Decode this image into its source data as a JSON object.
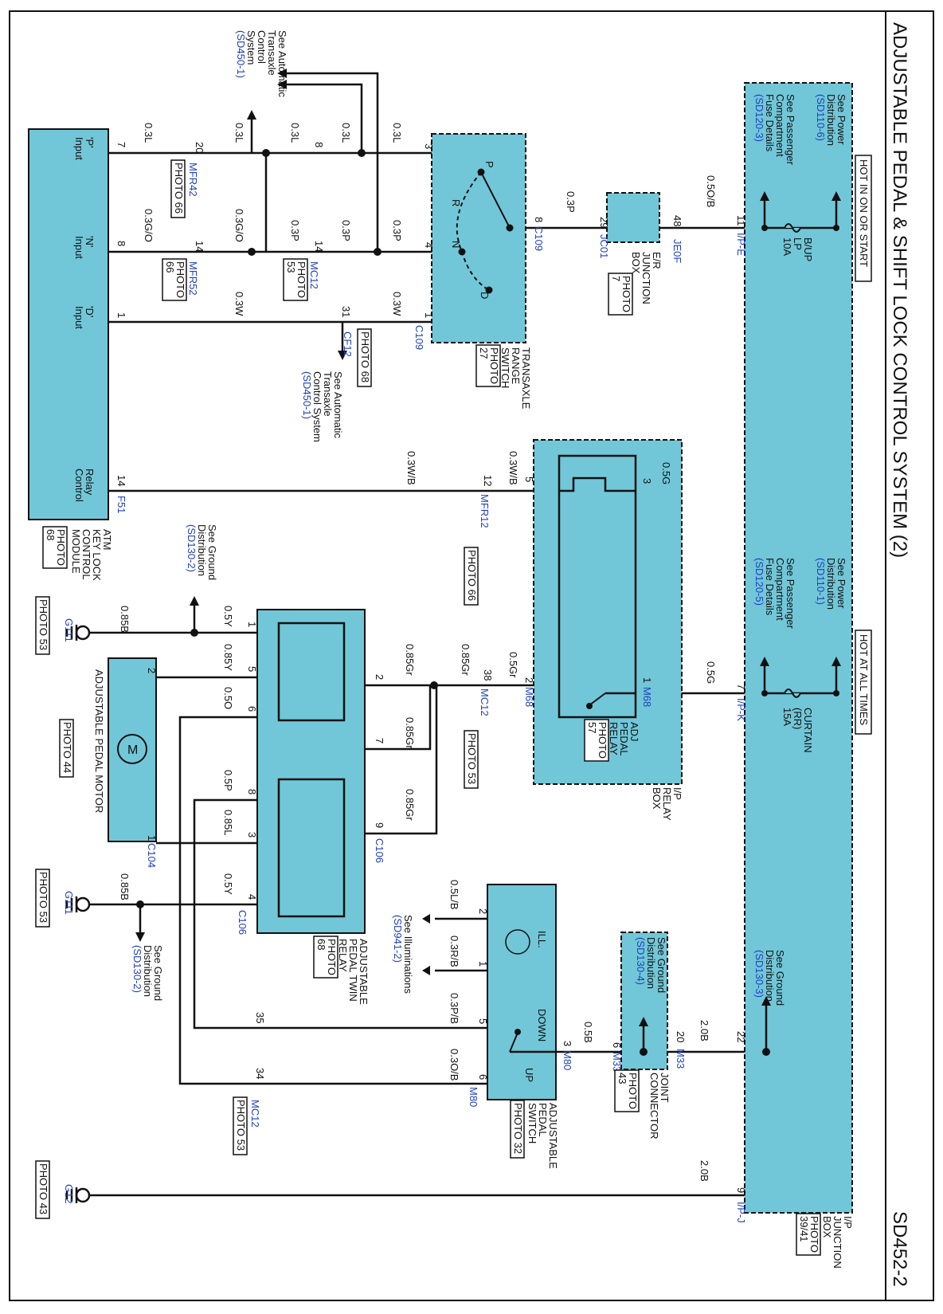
{
  "header": {
    "title": "ADJUSTABLE PEDAL & SHIFT LOCK CONTROL SYSTEM (2)",
    "code": "SD452-2"
  },
  "colors": {
    "component_fill": "#71c7d8",
    "wire": "#111111",
    "connector_label": "#1f3fbf",
    "ref_label": "#1f3fbf"
  },
  "ip_junction_box": {
    "name": [
      "I/P",
      "JUNCTION",
      "BOX"
    ],
    "photo": [
      "PHOTO",
      "39/41"
    ],
    "hot_on_label": "HOT IN ON OR START",
    "hot_all_label": "HOT AT ALL TIMES",
    "power_ref_1": [
      "See Power",
      "Distribution"
    ],
    "power_ref_1_code": "(SD110-6)",
    "fuse_ref_1": [
      "See Passenger",
      "Compartment",
      "Fuse Details"
    ],
    "fuse_ref_1_code": "(SD120-3)",
    "fuse_1": [
      "B/UP",
      "LP",
      "10A"
    ],
    "power_ref_2": [
      "See Power",
      "Distribution"
    ],
    "power_ref_2_code": "(SD110-1)",
    "fuse_ref_2": [
      "See Passenger",
      "Compartment",
      "Fuse Details"
    ],
    "fuse_ref_2_code": "(SD120-5)",
    "fuse_2": [
      "CURTAIN",
      "(RR)",
      "15A"
    ],
    "ground_ref": [
      "See Ground",
      "Distribution"
    ],
    "ground_ref_code": "(SD130-3)",
    "pin_11": "11",
    "conn_ipe": "I/P-E",
    "pin_7": "7",
    "conn_ipk": "I/P-K",
    "pin_22": "22",
    "pin_9": "9",
    "conn_ipj": "I/P-J"
  },
  "er_junction_box": {
    "name": [
      "E/R",
      "JUNCTION",
      "BOX"
    ],
    "photo": [
      "PHOTO",
      "7"
    ],
    "pin_48": "48",
    "conn_je0f": "JE0F",
    "pin_29": "29",
    "conn_jc01": "JC01"
  },
  "transaxle_switch": {
    "name": [
      "TRANSAXLE",
      "RANGE",
      "SWITCH"
    ],
    "photo": [
      "PHOTO",
      "27"
    ],
    "positions": [
      "P",
      "R",
      "N",
      "D"
    ],
    "pin_3": "3",
    "pin_4": "4",
    "pin_1": "1",
    "pin_8": "8",
    "conn_c109_a": "C109",
    "conn_c109_b": "C109"
  },
  "ip_relay_box": {
    "name": [
      "I/P",
      "RELAY",
      "BOX"
    ],
    "relay_name": [
      "ADJ",
      "PEDAL",
      "RELAY"
    ],
    "relay_photo": [
      "PHOTO",
      "57"
    ],
    "pin_5": "5",
    "pin_3": "3",
    "pin_2": "2",
    "pin_1": "1",
    "conn_m68_a": "M68",
    "conn_m68_b": "M68"
  },
  "twin_relay": {
    "name": [
      "ADJUSTABLE",
      "PEDAL TWIN",
      "RELAY"
    ],
    "photo": [
      "PHOTO",
      "68"
    ],
    "pins": [
      "1",
      "5",
      "6",
      "8",
      "3",
      "4",
      "2",
      "7",
      "9"
    ],
    "conn_c106_a": "C106",
    "conn_c106_b": "C106"
  },
  "pedal_switch": {
    "name": [
      "ADJUSTABLE",
      "PEDAL",
      "SWITCH"
    ],
    "photo": "PHOTO 32",
    "ill": "ILL.",
    "down": "DOWN",
    "up": "UP",
    "pin_2": "2",
    "pin_1": "1",
    "pin_5": "5",
    "pin_6": "6",
    "pin_3": "3",
    "conn_m80_a": "M80",
    "conn_m80_b": "M80"
  },
  "joint_connector": {
    "name": [
      "JOINT",
      "CONNECTOR"
    ],
    "photo": [
      "PHOTO",
      "43"
    ],
    "ground_ref": [
      "See Ground",
      "Distribution"
    ],
    "ground_ref_code": "(SD130-4)",
    "pin_6": "6",
    "pin_20": "20",
    "conn_m33_a": "M33",
    "conn_m33_b": "M33"
  },
  "motor": {
    "name": "ADJUSTABLE PEDAL MOTOR",
    "photo": "PHOTO 44",
    "symbol": "M",
    "pin_2": "2",
    "pin_1": "1",
    "conn": "C104"
  },
  "key_lock_module": {
    "name": [
      "ATM",
      "KEY LOCK",
      "CONTROL",
      "MODULE"
    ],
    "photo": [
      "PHOTO",
      "68"
    ],
    "inputs": [
      {
        "pin": "7",
        "label": [
          "'P'",
          "Input"
        ]
      },
      {
        "pin": "8",
        "label": [
          "'N'",
          "Input"
        ]
      },
      {
        "pin": "1",
        "label": [
          "'D'",
          "Input"
        ]
      },
      {
        "pin": "14",
        "label": [
          "Relay",
          "Control"
        ]
      }
    ],
    "conn": "F51"
  },
  "connectors": {
    "mfr42": "MFR42",
    "mfr42_photo": "PHOTO 66",
    "mfr52": "MFR52",
    "mfr52_photo": [
      "PHOTO",
      "66"
    ],
    "mc12_a": "MC12",
    "mc12_a_photo": [
      "PHOTO",
      "53"
    ],
    "cf12": "CF12",
    "cf12_photo": "PHOTO 68",
    "mfr12": "MFR12",
    "mfr12_photo": "PHOTO 66",
    "mc12_b": "MC12",
    "mc12_b_photo": "PHOTO 53",
    "mc12_c": "MC12",
    "mc12_c_photo": "PHOTO 53",
    "pin_20": "20",
    "pin_14_a": "14",
    "pin_8": "8",
    "pin_14_b": "14",
    "pin_31": "31",
    "pin_12": "12",
    "pin_38": "38",
    "pin_35": "35",
    "pin_34": "34"
  },
  "refs": {
    "atcs_top": [
      "See Automatic",
      "Transaxle",
      "Control",
      "System"
    ],
    "atcs_top_code": "(SD450-1)",
    "atcs_mid": [
      "See Automatic",
      "Transaxle",
      "Control System"
    ],
    "atcs_mid_code": "(SD450-1)",
    "ground_top": [
      "See Ground",
      "Distribution"
    ],
    "ground_top_code": "(SD130-2)",
    "ground_bot": [
      "See Ground",
      "Distribution"
    ],
    "ground_bot_code": "(SD130-2)",
    "illum": [
      "See Illuminations"
    ],
    "illum_code": "(SD941-2)"
  },
  "grounds": {
    "g111_a": "G111",
    "g111_a_photo": "PHOTO 53",
    "g111_b": "G111",
    "g111_b_photo": "PHOTO 53",
    "g12": "G12",
    "g12_photo": "PHOTO 43"
  },
  "wires": {
    "w_05ob": "0.5O/B",
    "w_03p_top": "0.3P",
    "w_03l_1": "0.3L",
    "w_03l_2": "0.3L",
    "w_03l_3": "0.3L",
    "w_03l_4": "0.3L",
    "w_03l_5": "0.3L",
    "w_03p_1": "0.3P",
    "w_03p_2": "0.3P",
    "w_03p_3": "0.3P",
    "w_03go_1": "0.3G/O",
    "w_03go_2": "0.3G/O",
    "w_03w_1": "0.3W",
    "w_03w_2": "0.3W",
    "w_03wb_1": "0.3W/B",
    "w_03wb_2": "0.3W/B",
    "w_05g_1": "0.5G",
    "w_05g_2": "0.5G",
    "w_05gr": "0.5Gr",
    "w_085gr_1": "0.85Gr",
    "w_085gr_2": "0.85Gr",
    "w_085gr_3": "0.85Gr",
    "w_085gr_4": "0.85Gr",
    "w_085b_1": "0.85B",
    "w_085b_2": "0.85B",
    "w_05y_1": "0.5Y",
    "w_085y": "0.85Y",
    "w_05o": "0.5O",
    "w_05p": "0.5P",
    "w_085l": "0.85L",
    "w_05y_2": "0.5Y",
    "w_05lb": "0.5L/B",
    "w_03rb": "0.3R/B",
    "w_03pb": "0.3P/B",
    "w_03ob": "0.3O/B",
    "w_05b": "0.5B",
    "w_20b_1": "2.0B",
    "w_20b_2": "2.0B"
  }
}
